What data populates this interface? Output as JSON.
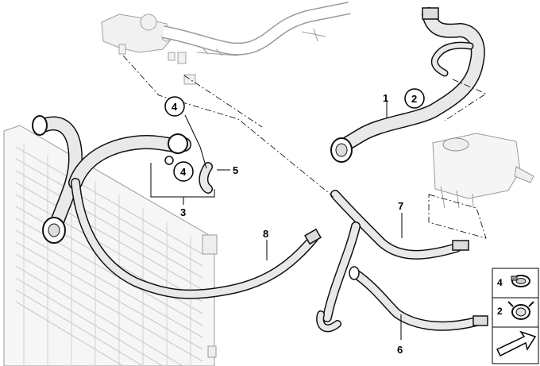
{
  "callouts": {
    "c1": "1",
    "c3": "3",
    "c5": "5",
    "c6": "6",
    "c7": "7",
    "c8": "8"
  },
  "circled": {
    "c2": "2",
    "c4_top": "4",
    "c4_mid": "4"
  },
  "legend": {
    "item_4": "4",
    "item_2": "2"
  },
  "icons": {
    "corner": "arrow-icon"
  }
}
